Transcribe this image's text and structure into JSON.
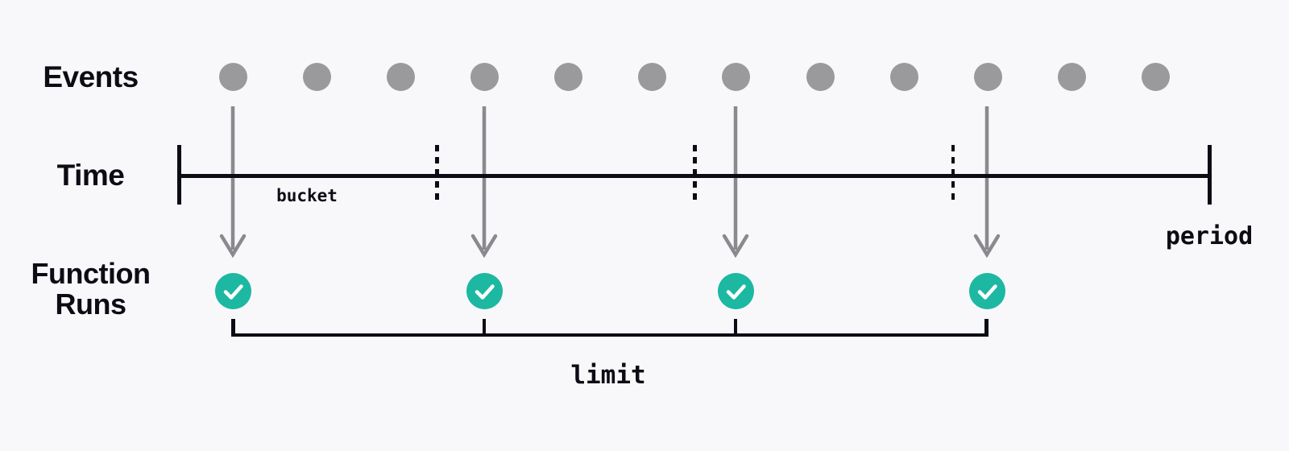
{
  "labels": {
    "events": "Events",
    "time": "Time",
    "function_runs_line1": "Function",
    "function_runs_line2": "Runs",
    "bucket": "bucket",
    "period": "period",
    "limit": "limit"
  },
  "diagram": {
    "event_count": 12,
    "bucket_count": 4,
    "events_per_bucket": 3,
    "function_run_count": 4,
    "triggered_event_indices": [
      1,
      4,
      7,
      10
    ],
    "icons": [
      "event-dot",
      "down-arrow-icon",
      "check-icon"
    ]
  },
  "colors": {
    "background": "#f8f8fb",
    "ink": "#0c0c15",
    "event_dot_gray": "#9a9a9c",
    "arrow_gray": "#8a8a8e",
    "accent_teal": "#1cb8a2",
    "check_white": "#ffffff"
  }
}
